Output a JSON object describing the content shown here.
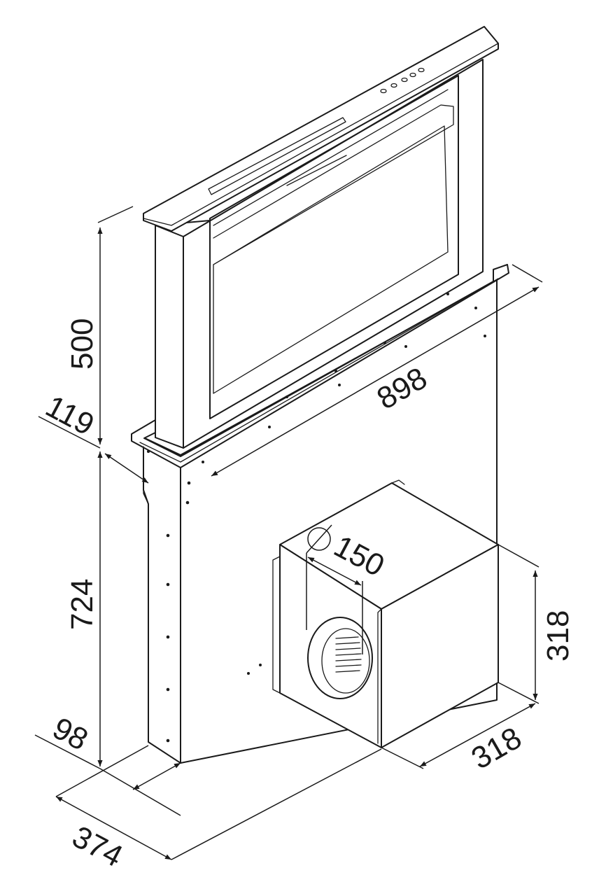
{
  "dimensions": {
    "height_raised": "500",
    "frame_depth": "119",
    "width": "898",
    "height_body": "724",
    "base_offset": "98",
    "depth_total": "374",
    "motor_height": "318",
    "motor_depth": "318",
    "duct_diameter": "150"
  },
  "symbols": {
    "diameter": "⌀"
  },
  "colors": {
    "line": "#1a1a1a",
    "background": "#ffffff"
  }
}
